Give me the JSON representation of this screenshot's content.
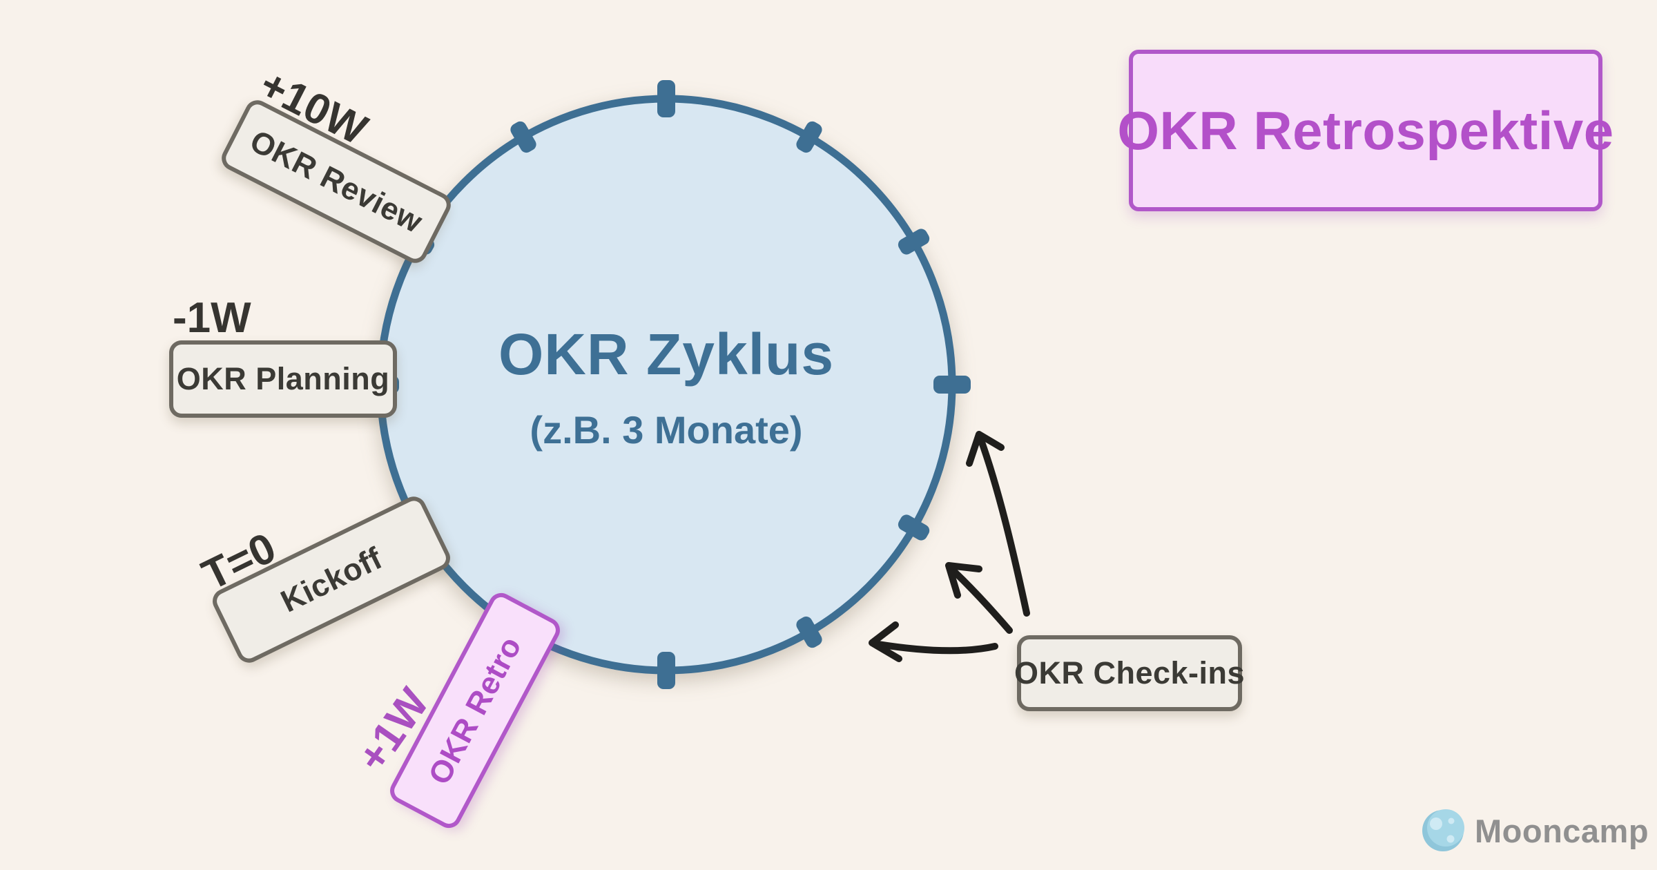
{
  "background": "#f8f2eb",
  "title_box": {
    "label": "OKR Retrospektive",
    "fill": "#f8dcfa",
    "border_color": "#b158c9",
    "text_color": "#b350c9"
  },
  "circle": {
    "title": "OKR Zyklus",
    "subtitle": "(z.B. 3 Monate)",
    "fill": "#d8e7f2",
    "stroke": "#3e6f93",
    "text_color": "#3e7095",
    "tick_count": 12
  },
  "stages": [
    {
      "id": "okr-review",
      "label": "OKR Review",
      "time_label": "+10W",
      "style": "gray"
    },
    {
      "id": "okr-planning",
      "label": "OKR Planning",
      "time_label": "-1W",
      "style": "gray"
    },
    {
      "id": "kickoff",
      "label": "Kickoff",
      "time_label": "T=0",
      "style": "gray"
    },
    {
      "id": "okr-retro",
      "label": "OKR Retro",
      "time_label": "+1W",
      "style": "pink"
    }
  ],
  "checkins": {
    "label": "OKR Check-ins",
    "style": "gray",
    "arrow_count": 3,
    "arrows_point_to": "circle ticks"
  },
  "logo": {
    "label": "Mooncamp",
    "icon": "moon-icon",
    "text_color": "#909090",
    "moon_color": "#a6d7e7"
  },
  "colors": {
    "gray_box_fill": "#f0ede7",
    "gray_box_border": "#6e6a62",
    "dark_text": "#3b3a35",
    "arrow": "#1f1e1c",
    "purple_label": "#a950c0"
  }
}
